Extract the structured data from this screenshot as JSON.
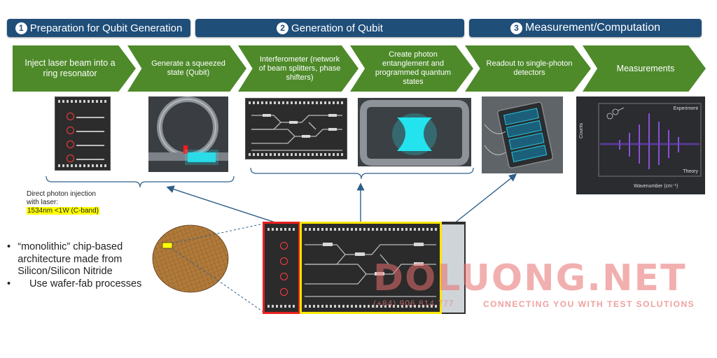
{
  "stages": [
    {
      "num": "1",
      "label": "Preparation for Qubit Generation"
    },
    {
      "num": "2",
      "label": "Generation of Qubit"
    },
    {
      "num": "3",
      "label": "Measurement/Computation"
    }
  ],
  "steps": [
    "Inject laser beam into a ring resonator",
    "Generate a squeezed state (Qubit)",
    "Interferometer (network of beam splitters, phase shifters)",
    "Create photon entanglement and programmed quantum states",
    "Readout to single-photon detectors",
    "Measurements"
  ],
  "plot": {
    "legend_top": "Experiment",
    "legend_bottom": "Theory",
    "ylabel": "Counts",
    "xlabel": "Wavenumber (cm⁻¹)"
  },
  "injection": {
    "line1": "Direct photon injection",
    "line2": "with laser:",
    "spec": "1534nm <1W (C-band)"
  },
  "bullets": [
    "“monolithic” chip-based architecture made from Silicon/Silicon Nitride",
    "Use wafer-fab processes"
  ],
  "watermark": {
    "brand": "DOLUONG.NET",
    "phone": "(+84) 906 814 777",
    "tagline": "CONNECTING YOU WITH TEST SOLUTIONS"
  },
  "colors": {
    "stage_bar": "#1f4e79",
    "chevron": "#4e8a2a",
    "highlight": "#ffff00",
    "red_box": "#e8211d",
    "yellow_box": "#ffe600",
    "arrow": "#2e5f8a",
    "glow": "#23e3ee"
  }
}
